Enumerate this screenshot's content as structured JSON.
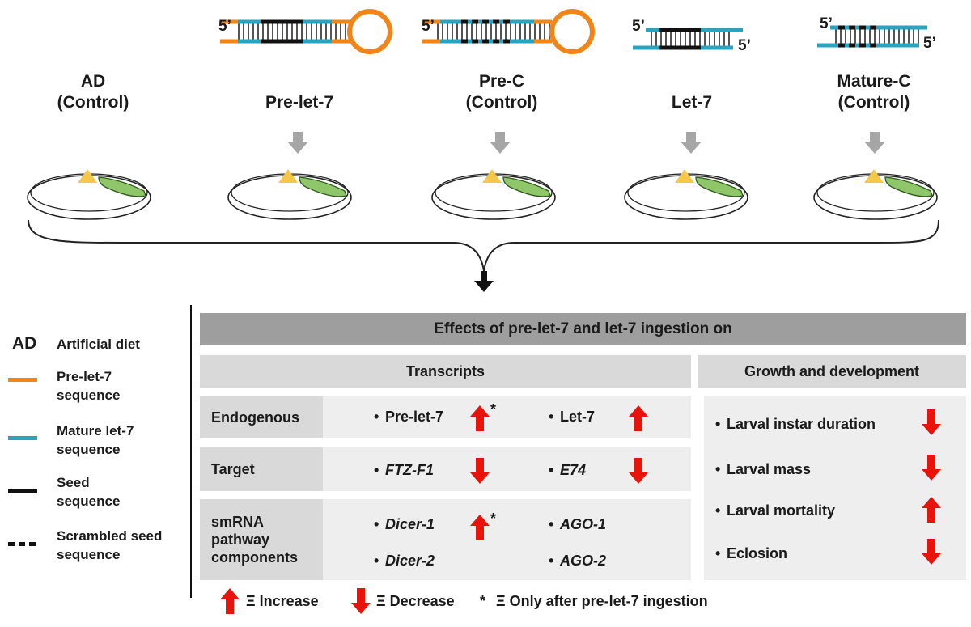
{
  "groups": [
    {
      "line1": "AD",
      "line2": "(Control)",
      "construct": "none"
    },
    {
      "line1": "Pre-let-7",
      "line2": "",
      "construct": "hairpin-seed"
    },
    {
      "line1": "Pre-C",
      "line2": "(Control)",
      "construct": "hairpin-scrambled"
    },
    {
      "line1": "Let-7",
      "line2": "",
      "construct": "duplex-seed"
    },
    {
      "line1": "Mature-C",
      "line2": "(Control)",
      "construct": "duplex-scrambled"
    }
  ],
  "constructs": {
    "five_prime": "5’"
  },
  "legend": {
    "ad_abbrev": "AD",
    "ad_text": "Artificial diet",
    "pre_text": "Pre-let-7 sequence",
    "mature_text": "Mature let-7 sequence",
    "seed_text": "Seed sequence",
    "scrambled_text": "Scrambled seed sequence"
  },
  "panel": {
    "title": "Effects of pre-let-7 and let-7 ingestion on",
    "transcripts_header": "Transcripts",
    "growth_header": "Growth and development",
    "rows": {
      "endogenous": {
        "label": "Endogenous",
        "items": [
          {
            "text": "Pre-let-7",
            "effect": "increase",
            "star": "*"
          },
          {
            "text": "Let-7",
            "effect": "increase"
          }
        ]
      },
      "target": {
        "label": "Target",
        "items": [
          {
            "text": "FTZ-F1",
            "effect": "decrease"
          },
          {
            "text": "E74",
            "effect": "decrease"
          }
        ]
      },
      "smrna": {
        "label_line1": "smRNA",
        "label_line2": "pathway",
        "label_line3": "components",
        "items": [
          {
            "text": "Dicer-1",
            "effect": "increase",
            "star": "*"
          },
          {
            "text": "AGO-1"
          },
          {
            "text": "Dicer-2"
          },
          {
            "text": "AGO-2"
          }
        ]
      }
    },
    "growth": [
      {
        "text": "Larval instar duration",
        "effect": "decrease"
      },
      {
        "text": "Larval mass",
        "effect": "decrease"
      },
      {
        "text": "Larval mortality",
        "effect": "increase"
      },
      {
        "text": "Eclosion",
        "effect": "decrease"
      }
    ]
  },
  "key": {
    "increase": "Ξ Increase",
    "decrease": "Ξ Decrease",
    "star_symbol": "*",
    "star_text": "Ξ Only after pre-let-7 ingestion"
  },
  "colors": {
    "orange": "#f0861a",
    "blue": "#2aa3bf",
    "seed": "#111111",
    "red": "#e8140c",
    "grey_arrow": "#a6a6a6",
    "larva": "#8fc66a",
    "diet": "#f5c84a"
  }
}
